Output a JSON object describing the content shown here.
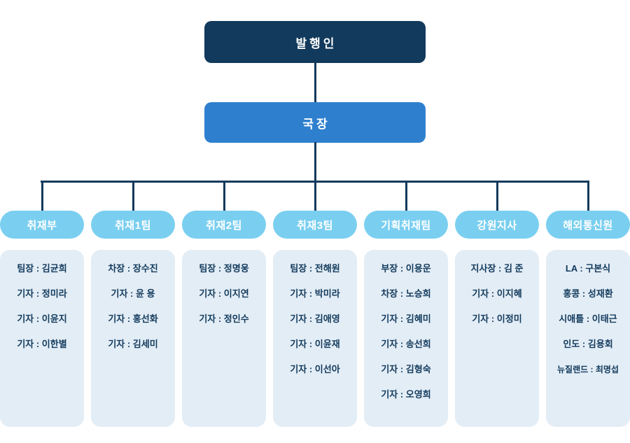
{
  "chart": {
    "title_top": "발행인",
    "title_second": "국장",
    "colors": {
      "publisher_bg": "#123a5c",
      "director_bg": "#2e80ce",
      "dept_header_bg": "#7acff0",
      "dept_body_bg": "#e3edf6",
      "connector": "#123a5c",
      "text_dark": "#123a5c",
      "text_light": "#ffffff"
    }
  },
  "departments": [
    {
      "name": "취재부",
      "members": [
        "팀장 : 김균희",
        "기자 : 정미라",
        "기자 : 이윤지",
        "기자 : 이한별"
      ]
    },
    {
      "name": "취재1팀",
      "members": [
        "차장 : 장수진",
        "기자 : 윤 용",
        "기자 : 홍선화",
        "기자 : 김세미"
      ]
    },
    {
      "name": "취재2팀",
      "members": [
        "팀장 : 정명웅",
        "기자 : 이지연",
        "기자 : 정인수"
      ]
    },
    {
      "name": "취재3팀",
      "members": [
        "팀장 : 전해원",
        "기자 : 박미라",
        "기자 : 김애영",
        "기자 : 이윤재",
        "기자 : 이선아"
      ]
    },
    {
      "name": "기획취재팀",
      "members": [
        "부장 : 이용운",
        "차장 : 노승희",
        "기자 : 김혜미",
        "기자 : 송선희",
        "기자 : 김형숙",
        "기자 : 오영희"
      ]
    },
    {
      "name": "강원지사",
      "members": [
        "지사장 : 김 준",
        "기자 : 이지혜",
        "기자 : 이정미"
      ]
    },
    {
      "name": "해외통신원",
      "members": [
        "LA : 구본식",
        "홍콩 : 성재환",
        "시애틀 : 이태근",
        "인도 : 김용회",
        "뉴질랜드 : 최명섭"
      ]
    }
  ]
}
